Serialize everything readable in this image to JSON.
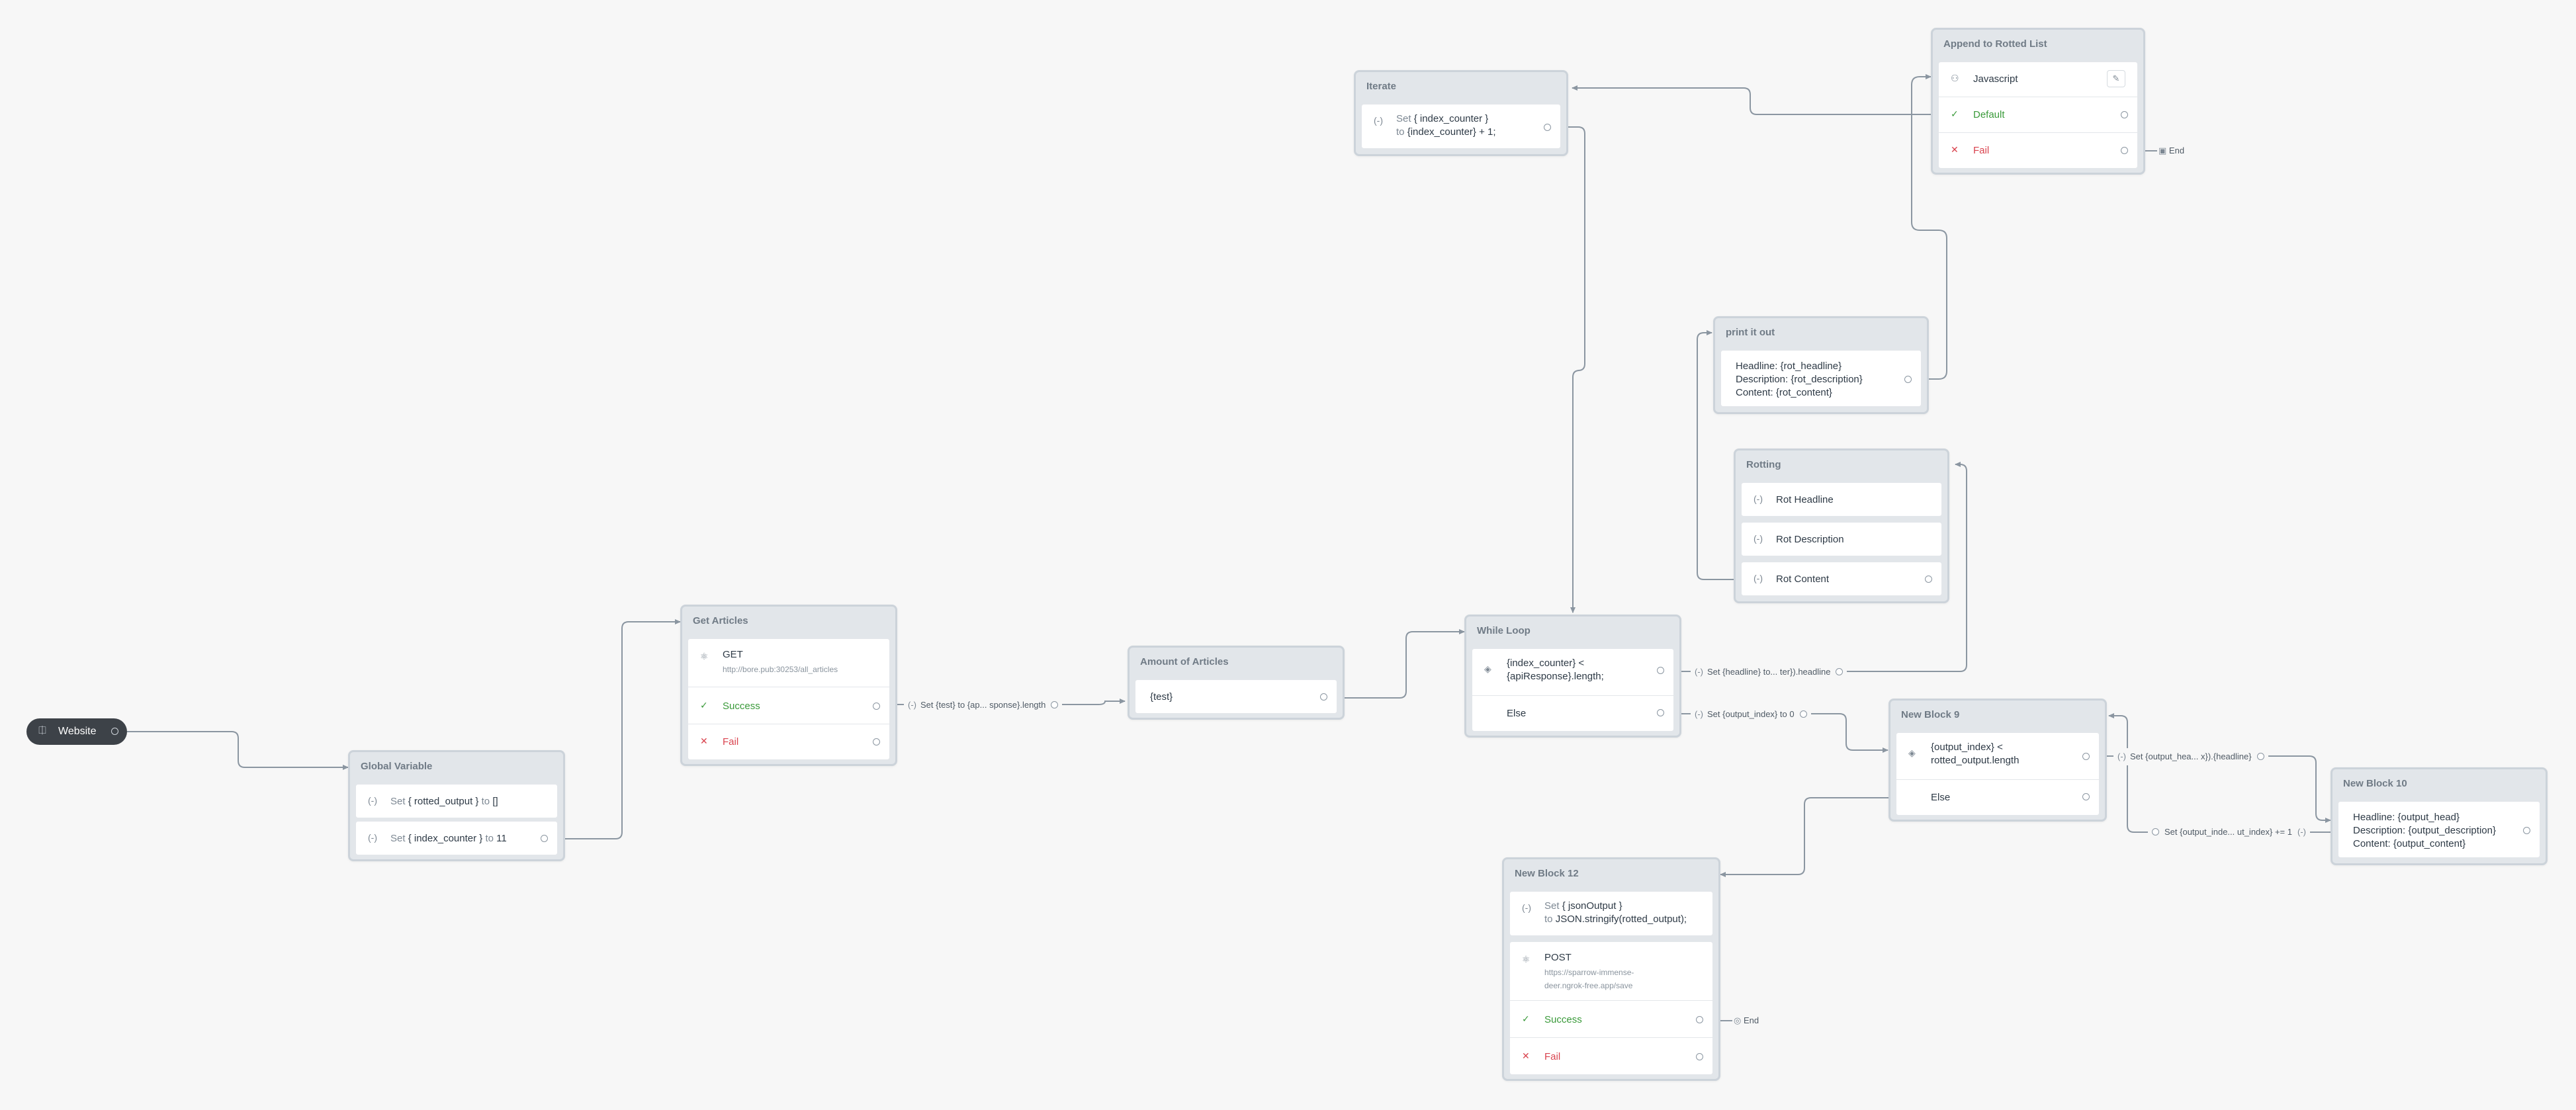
{
  "start": {
    "label": "Website",
    "icon": "website-icon"
  },
  "global_variable": {
    "title": "Global Variable",
    "rows": [
      {
        "prefix": "Set",
        "var": "{ rotted_output }",
        "mid": "to",
        "value": "[]"
      },
      {
        "prefix": "Set",
        "var": "{ index_counter }",
        "mid": "to",
        "value": "11"
      }
    ]
  },
  "get_articles": {
    "title": "Get Articles",
    "method": "GET",
    "url": "http://bore.pub:30253/all_articles",
    "success": "Success",
    "fail": "Fail"
  },
  "amount_of_articles": {
    "title": "Amount of Articles",
    "row": "{test}"
  },
  "while_loop": {
    "title": "While Loop",
    "condition": "{index_counter} < {apiResponse}.length;",
    "else": "Else"
  },
  "iterate": {
    "title": "Iterate",
    "line1_prefix": "Set",
    "line1_var": "{ index_counter }",
    "line2_prefix": "to",
    "line2_value": "{index_counter} + 1;"
  },
  "append": {
    "title": "Append to Rotted List",
    "row": "Javascript",
    "default": "Default",
    "fail": "Fail",
    "end": "End"
  },
  "print_it_out": {
    "title": "print it out",
    "lines": [
      "Headline: {rot_headline}",
      "Description: {rot_description}",
      "Content: {rot_content}"
    ]
  },
  "rotting": {
    "title": "Rotting",
    "rows": [
      "Rot Headline",
      "Rot Description",
      "Rot Content"
    ]
  },
  "new_block_9": {
    "title": "New Block 9",
    "condition": "{output_index} < rotted_output.length",
    "else": "Else"
  },
  "new_block_10": {
    "title": "New Block 10",
    "lines": [
      "Headline: {output_head}",
      "Description: {output_description}",
      "Content: {output_content}"
    ]
  },
  "new_block_12": {
    "title": "New Block 12",
    "set_prefix": "Set",
    "set_var": "{ jsonOutput }",
    "set_to": "to",
    "set_value": "JSON.stringify(rotted_output);",
    "method": "POST",
    "url": "https://sparrow-immense-deer.ngrok-free.app/save",
    "success": "Success",
    "fail": "Fail",
    "end": "End"
  },
  "edge_labels": {
    "articles_to_amount": "Set {test} to {ap... sponse}.length",
    "loop_to_rotting": "Set {headline} to... ter}).headline",
    "else_to_block9": "Set {output_index} to 0",
    "block9_to_block10": "Set {output_hea... x}).{headline}",
    "block10_back": "Set {output_inde... ut_index} += 1"
  }
}
